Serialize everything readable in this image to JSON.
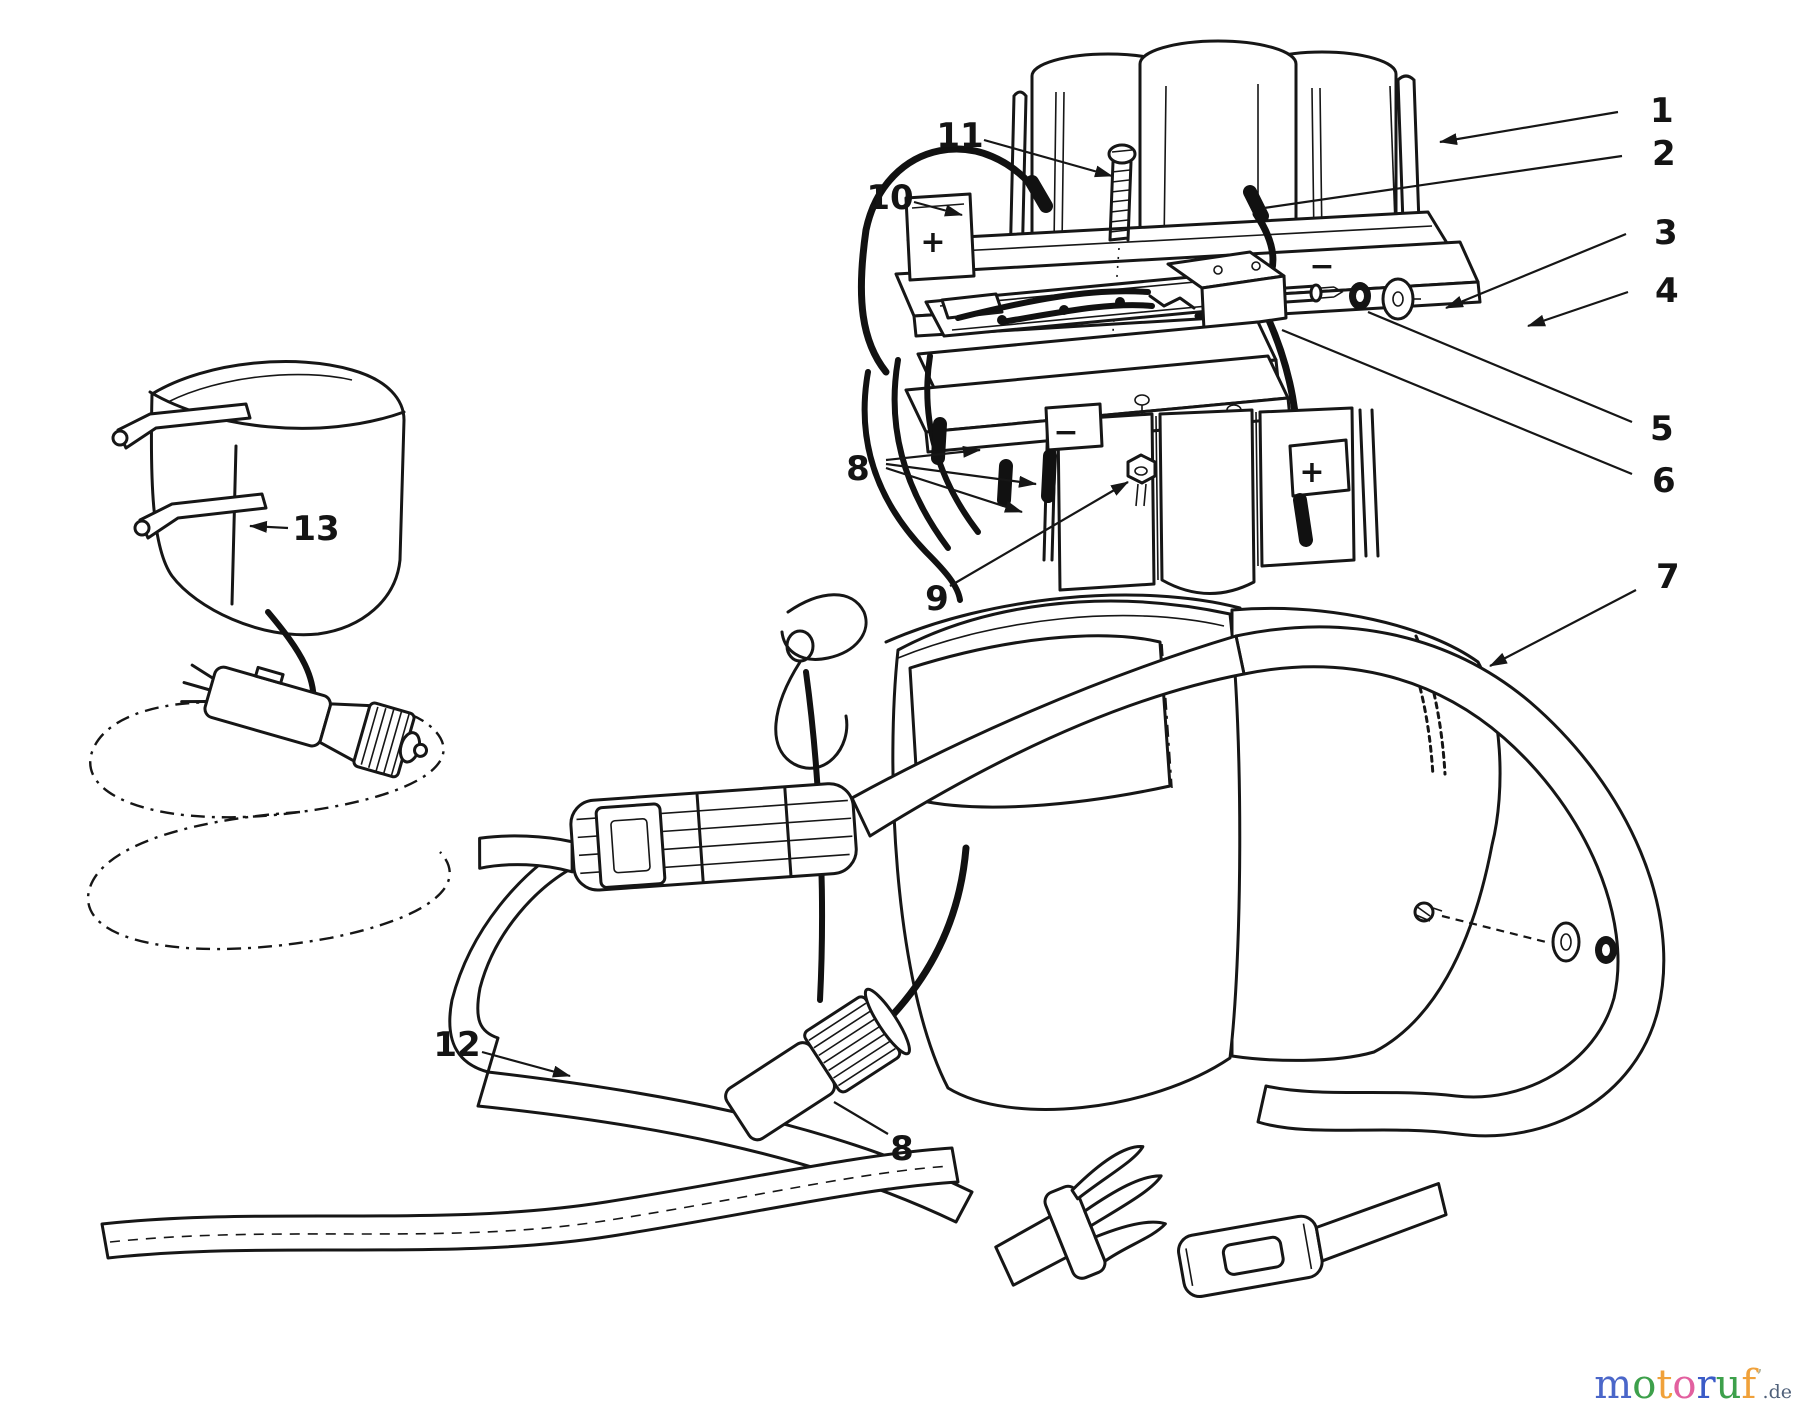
{
  "diagram": {
    "title_hidden": "",
    "callouts": [
      {
        "label": "1"
      },
      {
        "label": "2"
      },
      {
        "label": "3"
      },
      {
        "label": "4"
      },
      {
        "label": "5"
      },
      {
        "label": "6"
      },
      {
        "label": "7"
      },
      {
        "label": "8"
      },
      {
        "label": "9"
      },
      {
        "label": "10"
      },
      {
        "label": "11"
      },
      {
        "label": "12"
      },
      {
        "label": "13"
      },
      {
        "label": "8"
      }
    ],
    "polarity": {
      "top_left_plus": "+",
      "top_right_minus": "−",
      "lower_left_minus": "−",
      "lower_right_plus": "+"
    }
  },
  "watermark": {
    "word": "motoruf",
    "letters": [
      {
        "ch": "m",
        "color": "#4a66c9"
      },
      {
        "ch": "o",
        "color": "#3da04b"
      },
      {
        "ch": "t",
        "color": "#f0a13a"
      },
      {
        "ch": "o",
        "color": "#e2609f"
      },
      {
        "ch": "r",
        "color": "#3a5bc7"
      },
      {
        "ch": "u",
        "color": "#3da04b"
      },
      {
        "ch": "f",
        "color": "#f0a13a"
      }
    ],
    "tick": "’",
    "tick_color": "#b0b59f",
    "suffix": ".de",
    "suffix_color": "#50617a"
  }
}
